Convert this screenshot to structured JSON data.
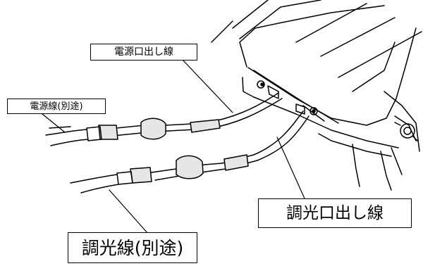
{
  "labels": {
    "power_outlet_wire": "電源口出し線",
    "power_cord_separate": "電源線(別途)",
    "dimmer_outlet_wire": "調光口出し線",
    "dimmer_cord_separate": "調光線(別途)"
  },
  "colors": {
    "line": "#000000",
    "background": "#ffffff",
    "wire_shade": "#cfcfcf"
  }
}
